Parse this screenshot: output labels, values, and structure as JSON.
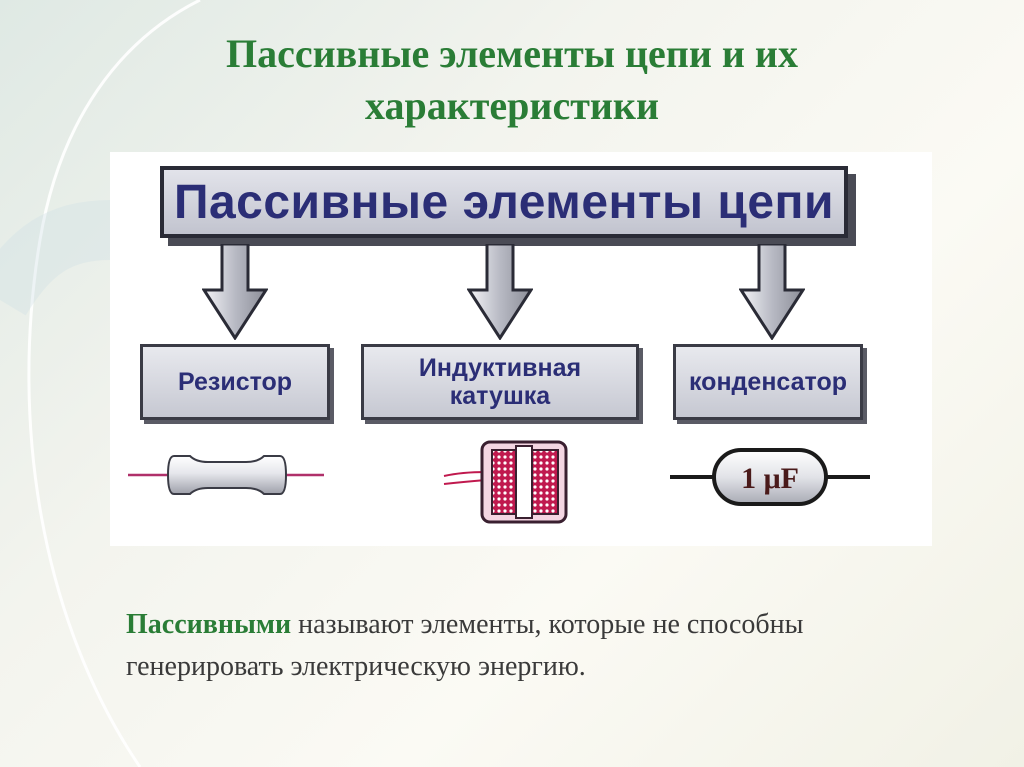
{
  "slide": {
    "title_line1": "Пассивные элементы цепи и их",
    "title_line2": "характеристики",
    "caption_emphasis": "Пассивными",
    "caption_rest_line1": " называют элементы, которые не способны",
    "caption_line2": "генерировать электрическую энергию."
  },
  "diagram": {
    "root_label": "Пассивные элементы цепи",
    "children": [
      {
        "line1": "Резистор",
        "line2": ""
      },
      {
        "line1": "Индуктивная",
        "line2": "катушка"
      },
      {
        "line1": "конденсатор",
        "line2": ""
      }
    ],
    "capacitor_marking": "1 μF"
  },
  "colors": {
    "title_green": "#2a7d36",
    "label_navy": "#2b2e76",
    "box_border": "#2a2b36",
    "coil_red": "#c0194e"
  }
}
